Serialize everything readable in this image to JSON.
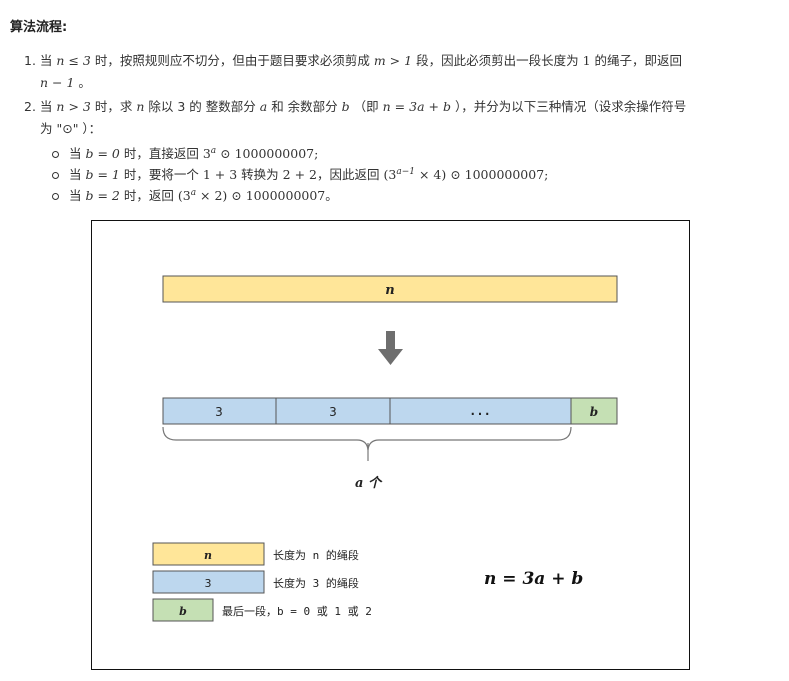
{
  "heading": "算法流程:",
  "item1": {
    "num": "1.",
    "t1": "当",
    "m1": "n ≤ 3",
    "t2": "时，按照规则应不切分，但由于题目要求必须剪成",
    "m2": "m > 1",
    "t3": "段，因此必须剪出一段长度为",
    "m3": "1",
    "t4": "的绳子，即返回",
    "m4": "n − 1",
    "t5": "。"
  },
  "item2": {
    "num": "2.",
    "t1": "当",
    "m1": "n > 3",
    "t2": "时，求",
    "m2": "n",
    "t3": "除以 3 的 整数部分",
    "m3": "a",
    "t4": "和 余数部分",
    "m4": "b",
    "t5": "（即",
    "m5": "n = 3a + b",
    "t6": "），并分为以下三种情况（设求余操作符号",
    "t7": "为 \"⊙\" ）："
  },
  "cases": [
    {
      "t1": "当",
      "m1": "b = 0",
      "t2": "时，直接返回",
      "m2": "3",
      "sup": "a",
      "m3": " ⊙ 1000000007;"
    },
    {
      "t1": "当",
      "m1": "b = 1",
      "t2": "时，要将一个",
      "m2": "1 + 3",
      "t3": "转换为",
      "m3": "2 + 2",
      "t4": "，因此返回",
      "m4": "(3",
      "sup": "a−1",
      "m5": " × 4) ⊙ 1000000007;"
    },
    {
      "t1": "当",
      "m1": "b = 2",
      "t2": "时，返回",
      "m2": "(3",
      "sup": "a",
      "m3": " × 2) ⊙ 1000000007。"
    }
  ],
  "figure": {
    "bar_n_label": "n",
    "segments": [
      "3",
      "3",
      "...",
      "b"
    ],
    "brace_label": "a 个",
    "legend": [
      {
        "swatch": "n",
        "text": "长度为 n 的绳段"
      },
      {
        "swatch": "3",
        "text": "长度为 3 的绳段"
      },
      {
        "swatch": "b",
        "text": "最后一段，b = 0 或 1 或 2"
      }
    ],
    "formula": "n = 3a + b",
    "colors": {
      "yellow": "#FFE699",
      "blue": "#BDD7EE",
      "green": "#C5E0B4",
      "arrow": "#6E6E6E"
    }
  }
}
